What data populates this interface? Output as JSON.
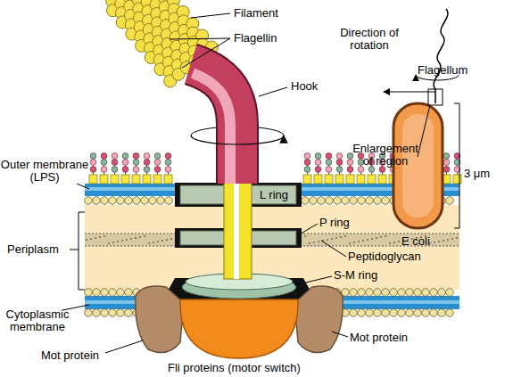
{
  "diagram": {
    "labels": [
      "Filament",
      "Flagellin",
      "Hook",
      "Direction of rotation",
      "Flagellum",
      "Enlargement of region",
      "3 μm",
      "E coli",
      "Outer membrane (LPS)",
      "L ring",
      "P ring",
      "Periplasm",
      "Peptidoglycan",
      "S-M ring",
      "Cytoplasmic membrane",
      "Mot protein",
      "Fli proteins (motor switch)",
      "Mot protein"
    ]
  }
}
